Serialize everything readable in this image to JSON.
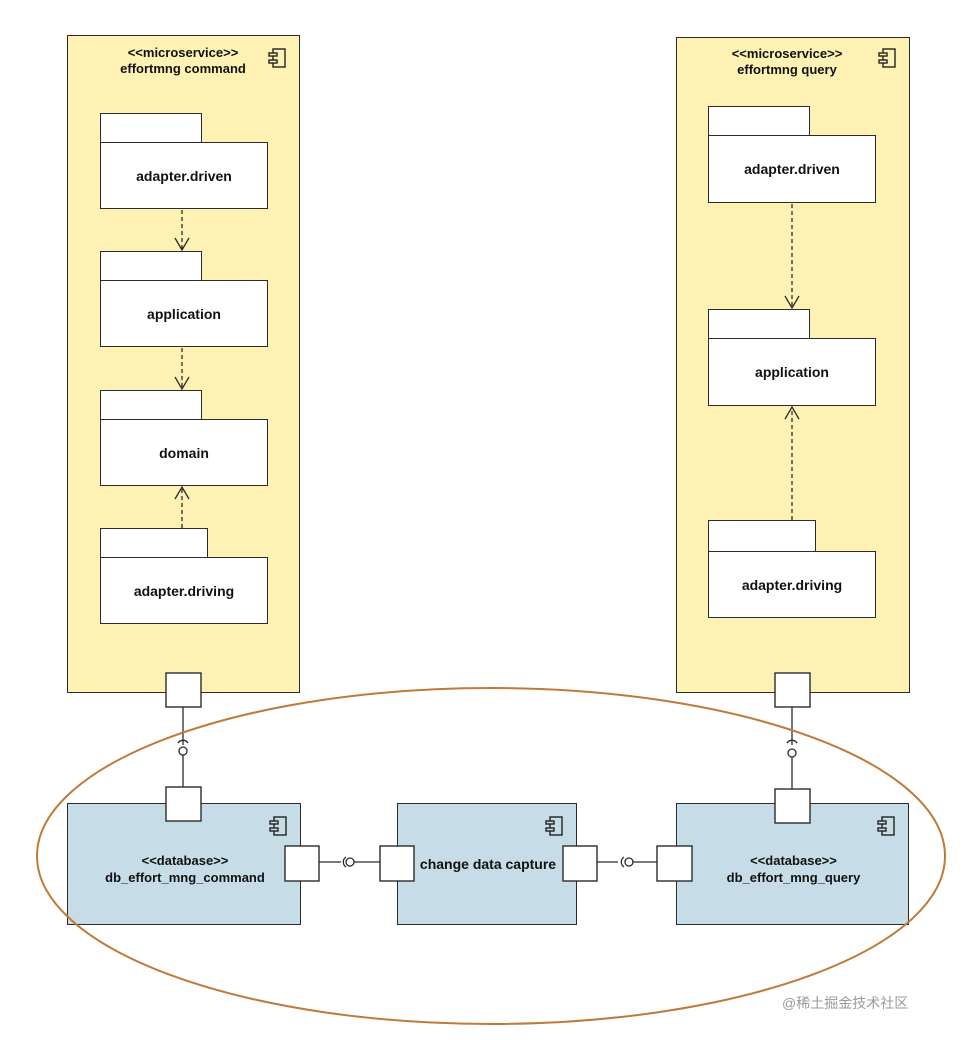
{
  "microservices": [
    {
      "id": "command",
      "stereotype": "<<microservice>>",
      "name": "effortmng command",
      "packages": [
        "adapter.driven",
        "application",
        "domain",
        "adapter.driving"
      ]
    },
    {
      "id": "query",
      "stereotype": "<<microservice>>",
      "name": "effortmng query",
      "packages": [
        "adapter.driven",
        "application",
        "adapter.driving"
      ]
    }
  ],
  "databases": [
    {
      "stereotype": "<<database>>",
      "name": "db_effort_mng_command"
    },
    {
      "stereotype": "<<database>>",
      "name": "db_effort_mng_query"
    }
  ],
  "cdc": {
    "name": "change data capture"
  },
  "icons": {
    "component": "component-icon"
  },
  "colors": {
    "microservice_fill": "#fdf2b3",
    "database_fill": "#c6dce6",
    "highlight_ellipse": "#c07a3a",
    "stroke": "#2b2b2b"
  },
  "watermark": "@稀土掘金技术社区"
}
